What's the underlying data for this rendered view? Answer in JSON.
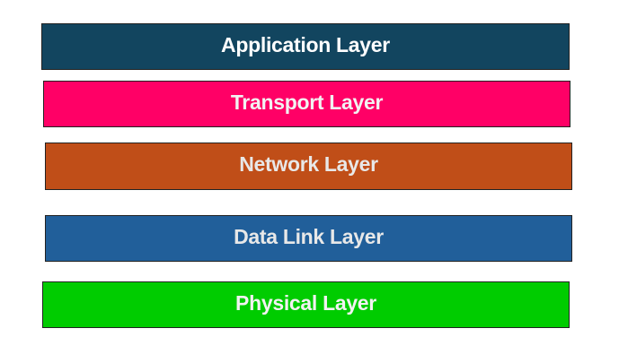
{
  "layers": [
    {
      "label": "Application Layer",
      "color": "#12455F",
      "text_color": "#FFFFFF"
    },
    {
      "label": "Transport Layer",
      "color": "#FF0066",
      "text_color": "#F2F2F2"
    },
    {
      "label": "Network Layer",
      "color": "#C04E18",
      "text_color": "#E8E8E8"
    },
    {
      "label": "Data Link Layer",
      "color": "#215F9A",
      "text_color": "#E8E8E8"
    },
    {
      "label": "Physical Layer",
      "color": "#00CC00",
      "text_color": "#F2F2F2"
    }
  ]
}
